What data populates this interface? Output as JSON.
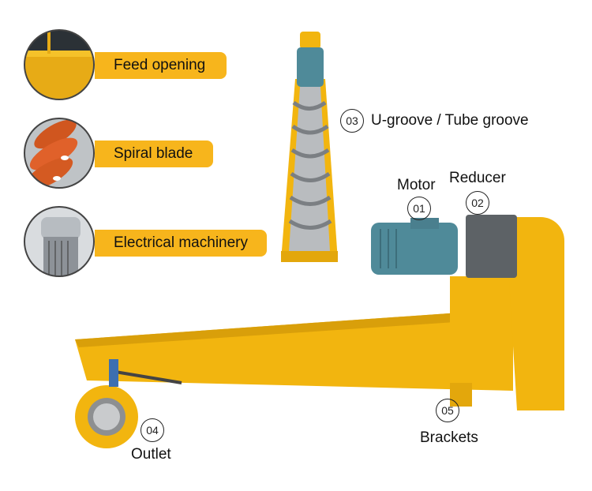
{
  "callouts": [
    {
      "label": "Feed opening"
    },
    {
      "label": "Spiral blade"
    },
    {
      "label": "Electrical machinery"
    }
  ],
  "parts": {
    "groove": {
      "number": "03",
      "label": "U-groove / Tube groove"
    },
    "motor": {
      "number": "01",
      "label": "Motor"
    },
    "reducer": {
      "number": "02",
      "label": "Reducer"
    },
    "outlet": {
      "number": "04",
      "label": "Outlet"
    },
    "brackets": {
      "number": "05",
      "label": "Brackets"
    }
  },
  "colors": {
    "accent": "#f7b51c",
    "machine_yellow": "#f2b50f",
    "motor_blue": "#4f8a99"
  }
}
